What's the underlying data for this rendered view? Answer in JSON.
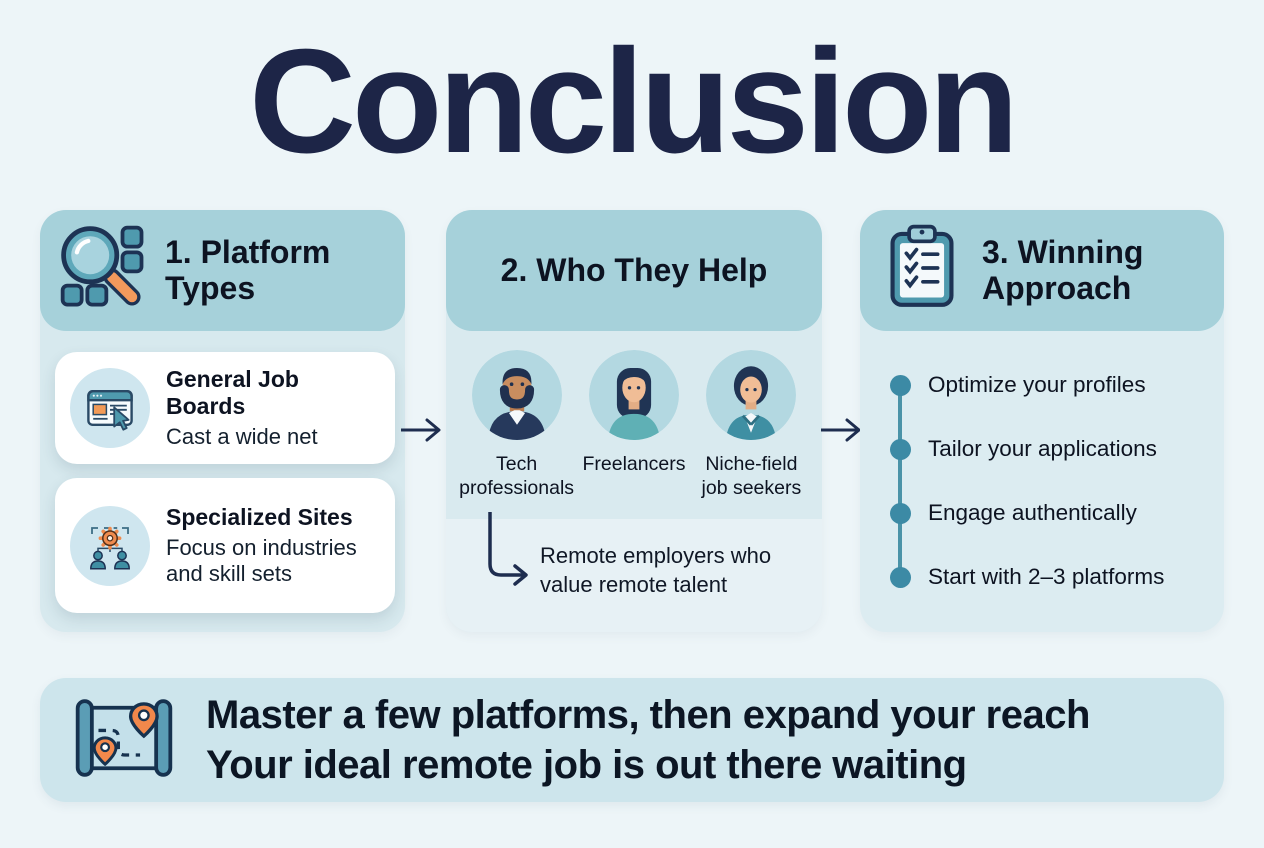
{
  "page": {
    "title": "Conclusion",
    "colors": {
      "background": "#edf5f8",
      "column_header": "#a6d1da",
      "column_panel": "#d8e9ee",
      "card": "#ffffff",
      "banner": "#cde5ec",
      "timeline_teal": "#3c8aa5",
      "arrow_navy": "#1e2d4f",
      "accent_orange": "#f2995c",
      "title_navy": "#1d2547",
      "text_dark": "#0d1321"
    }
  },
  "columns": [
    {
      "header": {
        "label": "1. Platform Types",
        "icon": "magnifier-categories-icon"
      },
      "cards": [
        {
          "icon": "browser-cursor-icon",
          "title": "General Job Boards",
          "subtitle": "Cast a wide net"
        },
        {
          "icon": "gear-team-icon",
          "title": "Specialized Sites",
          "subtitle": "Focus on industries and skill sets"
        }
      ]
    },
    {
      "header": {
        "label": "2. Who They Help"
      },
      "personas": [
        {
          "icon": "tech-professional-avatar",
          "label": "Tech professionals"
        },
        {
          "icon": "freelancer-avatar",
          "label": "Freelancers"
        },
        {
          "icon": "niche-field-avatar",
          "label": "Niche-field job seekers"
        }
      ],
      "callout": {
        "icon": "elbow-arrow-icon",
        "text": "Remote employers who value remote talent"
      }
    },
    {
      "header": {
        "label": "3. Winning Approach",
        "icon": "clipboard-checklist-icon"
      },
      "steps": [
        {
          "label": "Optimize your profiles"
        },
        {
          "label": "Tailor your applications"
        },
        {
          "label": "Engage authentically"
        },
        {
          "label": "Start with 2–3 platforms"
        }
      ]
    }
  ],
  "connectors": [
    {
      "icon": "right-arrow-icon"
    },
    {
      "icon": "right-arrow-icon"
    }
  ],
  "banner": {
    "icon": "map-route-icon",
    "lines": [
      "Master a few platforms, then expand your reach",
      "Your ideal remote job is out there waiting"
    ]
  }
}
